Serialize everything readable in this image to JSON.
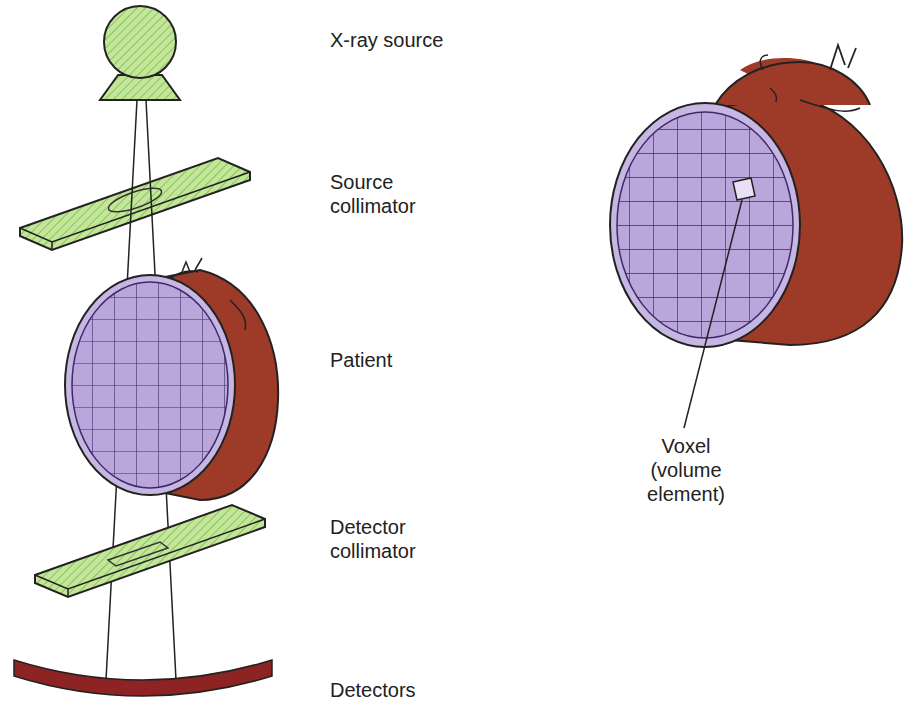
{
  "diagram": {
    "labels": [
      "X-ray source",
      "Source collimator",
      "Patient",
      "Detector collimator",
      "Detectors",
      "Voxel (volume element)"
    ]
  }
}
